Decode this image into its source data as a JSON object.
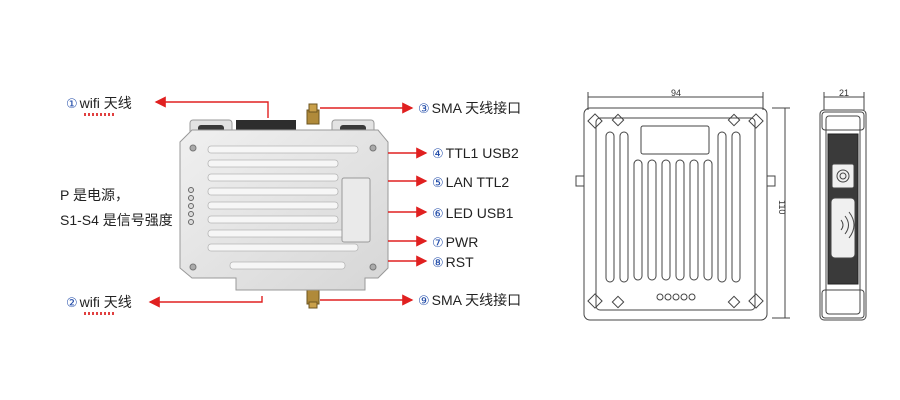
{
  "callouts": {
    "c1": {
      "num": "①",
      "text": "wifi 天线"
    },
    "c2": {
      "num": "②",
      "text": "wifi 天线"
    },
    "c3": {
      "num": "③",
      "text": "SMA 天线接口"
    },
    "c4": {
      "num": "④",
      "text": "TTL1 USB2"
    },
    "c5": {
      "num": "⑤",
      "text": "LAN TTL2"
    },
    "c6": {
      "num": "⑥",
      "text": "LED USB1"
    },
    "c7": {
      "num": "⑦",
      "text": "PWR"
    },
    "c8": {
      "num": "⑧",
      "text": "RST"
    },
    "c9": {
      "num": "⑨",
      "text": "SMA 天线接口"
    }
  },
  "notes": {
    "line1": "P 是电源，",
    "line2": "S1-S4 是信号强度"
  },
  "dimensions": {
    "width": "94",
    "height": "110",
    "depth": "21"
  },
  "colors": {
    "arrow": "#e02020",
    "device_body": "#e4e4e4",
    "fin": "#f4f4f4",
    "outline": "#555555",
    "number": "#1f4aa8"
  }
}
